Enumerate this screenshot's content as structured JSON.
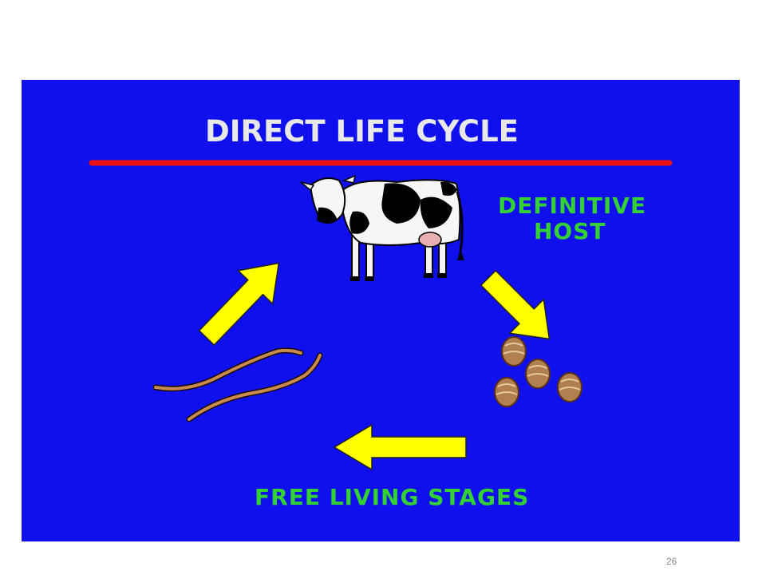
{
  "slide": {
    "title": "DIRECT LIFE CYCLE",
    "labels": {
      "definitive_host_line1": "DEFINITIVE",
      "definitive_host_line2": "HOST",
      "free_living_stages": "FREE LIVING STAGES"
    },
    "icons": [
      "cow-icon",
      "eggs-icon",
      "larvae-worms-icon",
      "arrow-icon"
    ],
    "colors": {
      "background": "#1010ee",
      "title": "#e8e8e8",
      "underline": "#ee1111",
      "labels": "#33d133",
      "arrows": "#ffff00"
    }
  },
  "page_number": "26"
}
